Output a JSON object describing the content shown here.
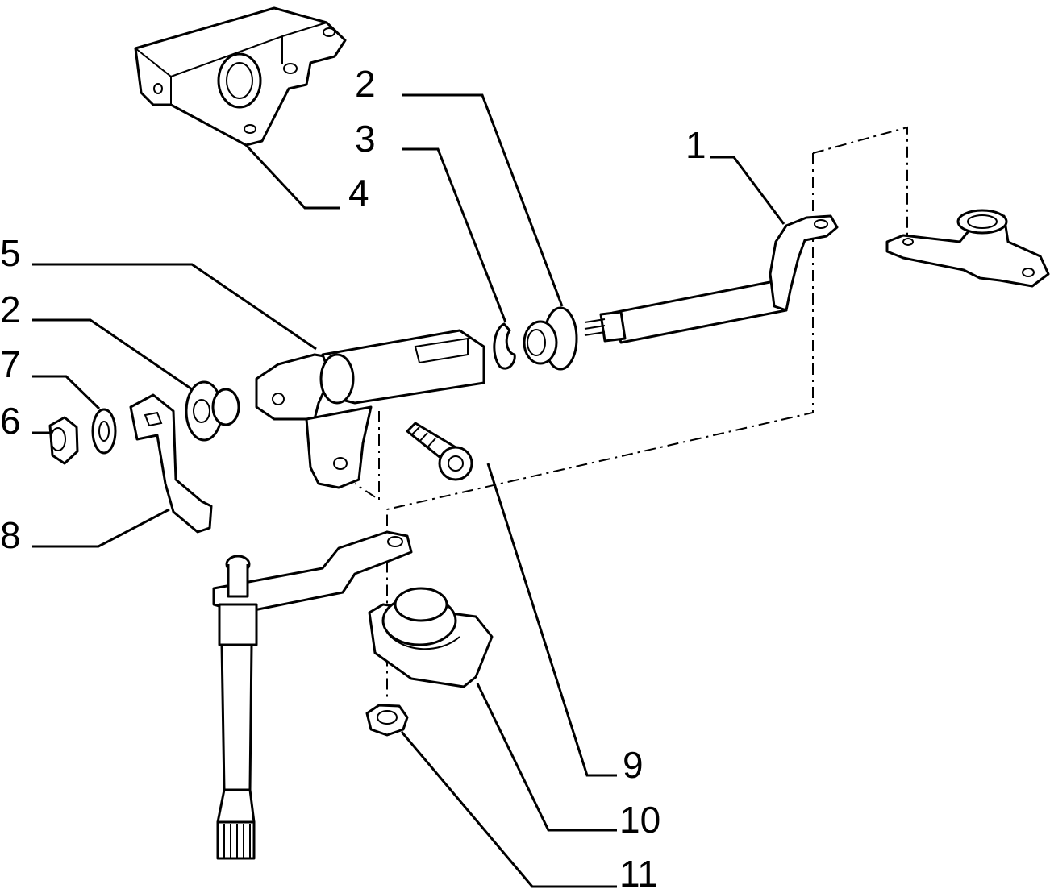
{
  "callouts": [
    {
      "id": "c1",
      "text": "1"
    },
    {
      "id": "c2a",
      "text": "2"
    },
    {
      "id": "c3",
      "text": "3"
    },
    {
      "id": "c4",
      "text": "4"
    },
    {
      "id": "c5",
      "text": "5"
    },
    {
      "id": "c2b",
      "text": "2"
    },
    {
      "id": "c7",
      "text": "7"
    },
    {
      "id": "c6",
      "text": "6"
    },
    {
      "id": "c8",
      "text": "8"
    },
    {
      "id": "c9",
      "text": "9"
    },
    {
      "id": "c10",
      "text": "10"
    },
    {
      "id": "c11",
      "text": "11"
    }
  ]
}
